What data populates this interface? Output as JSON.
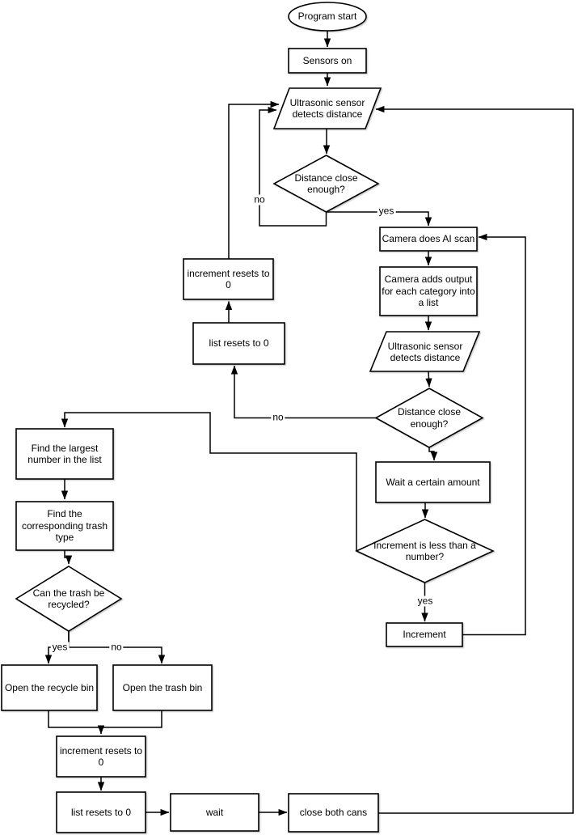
{
  "diagram": {
    "type": "flowchart",
    "background_color": "#ffffff",
    "stroke_color": "#000000",
    "text_color": "#000000",
    "nodes": {
      "program_start": {
        "shape": "ellipse",
        "label": "Program start"
      },
      "sensors_on": {
        "shape": "rectangle",
        "label": "Sensors on"
      },
      "ultrasonic_1": {
        "shape": "parallelogram",
        "label": "Ultrasonic sensor\ndetects distance"
      },
      "distance_close_1": {
        "shape": "diamond",
        "label": "Distance close\nenough?"
      },
      "camera_ai_scan": {
        "shape": "rectangle",
        "label": "Camera does AI scan"
      },
      "camera_adds_output": {
        "shape": "rectangle",
        "label": "Camera adds output\nfor each category into\na list"
      },
      "ultrasonic_2": {
        "shape": "parallelogram",
        "label": "Ultrasonic sensor\ndetects distance"
      },
      "distance_close_2": {
        "shape": "diamond",
        "label": "Distance close\nenough?"
      },
      "wait_certain_amount": {
        "shape": "rectangle",
        "label": "Wait a certain amount"
      },
      "increment_less_than": {
        "shape": "diamond",
        "label": "Increment is less than a\nnumber?"
      },
      "increment": {
        "shape": "rectangle",
        "label": "Increment"
      },
      "increment_resets_upper": {
        "shape": "rectangle",
        "label": "increment resets to\n0"
      },
      "list_resets_upper": {
        "shape": "rectangle",
        "label": "list resets to 0"
      },
      "find_largest": {
        "shape": "rectangle",
        "label": "Find the largest\nnumber in the list"
      },
      "find_trash_type": {
        "shape": "rectangle",
        "label": "Find the\ncorresponding trash\ntype"
      },
      "can_recycle": {
        "shape": "diamond",
        "label": "Can the trash be\nrecycled?"
      },
      "open_recycle_bin": {
        "shape": "rectangle",
        "label": "Open the recycle bin"
      },
      "open_trash_bin": {
        "shape": "rectangle",
        "label": "Open the trash bin"
      },
      "increment_resets_lower": {
        "shape": "rectangle",
        "label": "increment resets to\n0"
      },
      "list_resets_lower": {
        "shape": "rectangle",
        "label": "list resets to 0"
      },
      "wait": {
        "shape": "rectangle",
        "label": "wait"
      },
      "close_both_cans": {
        "shape": "rectangle",
        "label": "close both cans"
      }
    },
    "edge_labels": {
      "distance1_yes": "yes",
      "distance1_no": "no",
      "distance2_no": "no",
      "increment_less_yes": "yes",
      "recycle_yes": "yes",
      "recycle_no": "no"
    }
  }
}
